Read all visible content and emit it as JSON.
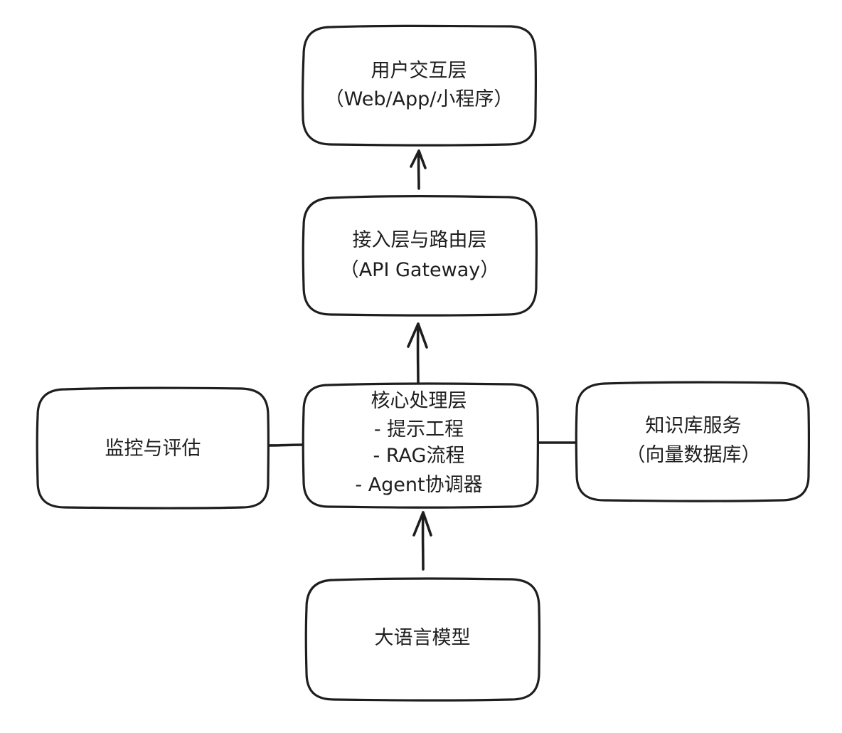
{
  "diagram": {
    "nodes": {
      "user_layer": {
        "lines": [
          "用户交互层",
          "（Web/App/小程序）"
        ]
      },
      "gateway_layer": {
        "lines": [
          "接入层与路由层",
          "（API Gateway）"
        ]
      },
      "core_layer": {
        "lines": [
          "核心处理层",
          "- 提示工程",
          "- RAG流程",
          "- Agent协调器"
        ]
      },
      "monitoring": {
        "lines": [
          "监控与评估"
        ]
      },
      "knowledge_base": {
        "lines": [
          "知识库服务",
          "（向量数据库）"
        ]
      },
      "llm": {
        "lines": [
          "大语言模型"
        ]
      }
    },
    "edges": [
      {
        "from": "gateway_layer",
        "to": "user_layer",
        "arrow": true
      },
      {
        "from": "core_layer",
        "to": "gateway_layer",
        "arrow": true
      },
      {
        "from": "llm",
        "to": "core_layer",
        "arrow": true
      },
      {
        "from": "monitoring",
        "to": "core_layer",
        "arrow": false
      },
      {
        "from": "core_layer",
        "to": "knowledge_base",
        "arrow": false
      }
    ],
    "colors": {
      "stroke": "#1e1e1e",
      "fill": "#ffffff",
      "text": "#1e1e1e"
    }
  }
}
